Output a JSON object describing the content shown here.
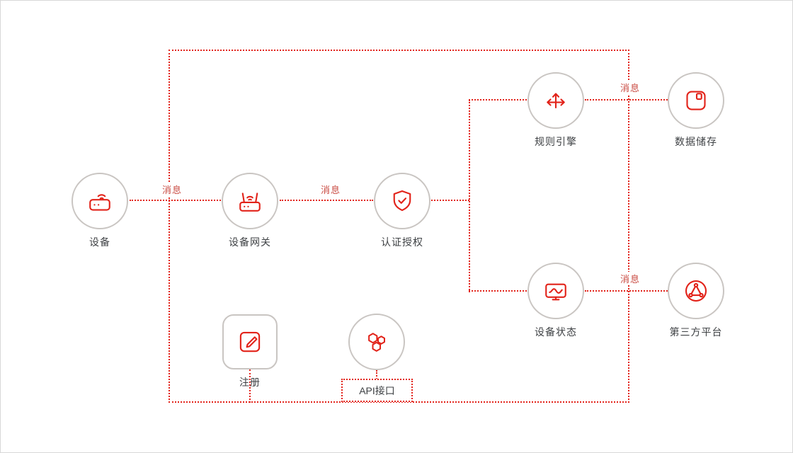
{
  "colors": {
    "accent": "#e2231a",
    "node_border": "#c9c5c2",
    "label": "#3f4245",
    "message": "#c94a41",
    "canvas_border": "#d8d8d8"
  },
  "nodes": {
    "device": {
      "label": "设备",
      "icon": "device-icon"
    },
    "gateway": {
      "label": "设备网关",
      "icon": "gateway-icon"
    },
    "auth": {
      "label": "认证授权",
      "icon": "shield-check-icon"
    },
    "rules": {
      "label": "规则引擎",
      "icon": "branch-arrows-icon"
    },
    "storage": {
      "label": "数据储存",
      "icon": "storage-icon"
    },
    "status": {
      "label": "设备状态",
      "icon": "monitor-wave-icon"
    },
    "third_party": {
      "label": "第三方平台",
      "icon": "network-triangle-icon"
    },
    "register": {
      "label": "注册",
      "icon": "register-pencil-icon"
    },
    "api": {
      "label": "API接口",
      "icon": "hexagons-icon"
    }
  },
  "edges": {
    "message_label": "消息"
  }
}
